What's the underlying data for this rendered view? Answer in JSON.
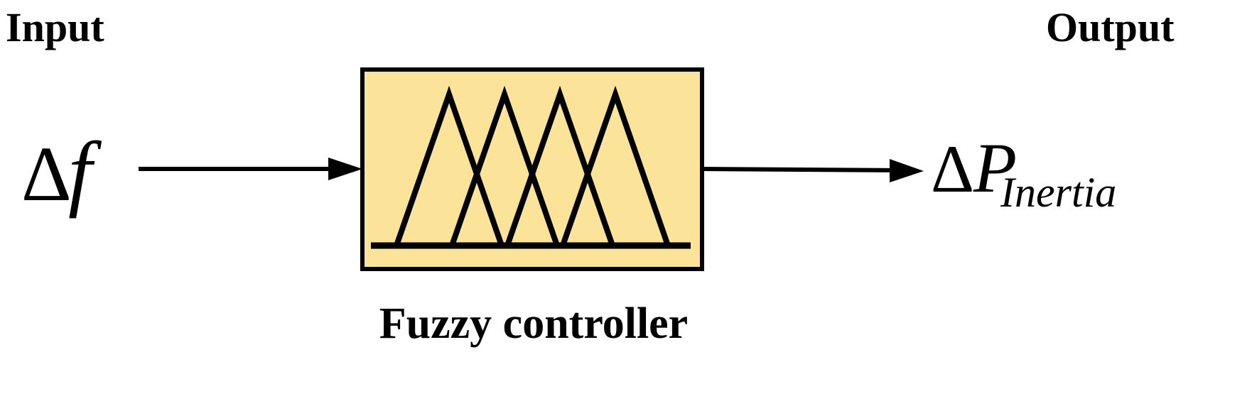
{
  "input_heading": "Input",
  "output_heading": "Output",
  "input_signal": {
    "delta": "Δ",
    "symbol": "f"
  },
  "output_signal": {
    "delta": "Δ",
    "symbol": "P",
    "subscript": "Inertia"
  },
  "controller_label": "Fuzzy controller",
  "colors": {
    "controller_fill": "#FBE39A",
    "stroke": "#000000",
    "background": "#FFFFFF"
  },
  "membership_function_count": 4
}
